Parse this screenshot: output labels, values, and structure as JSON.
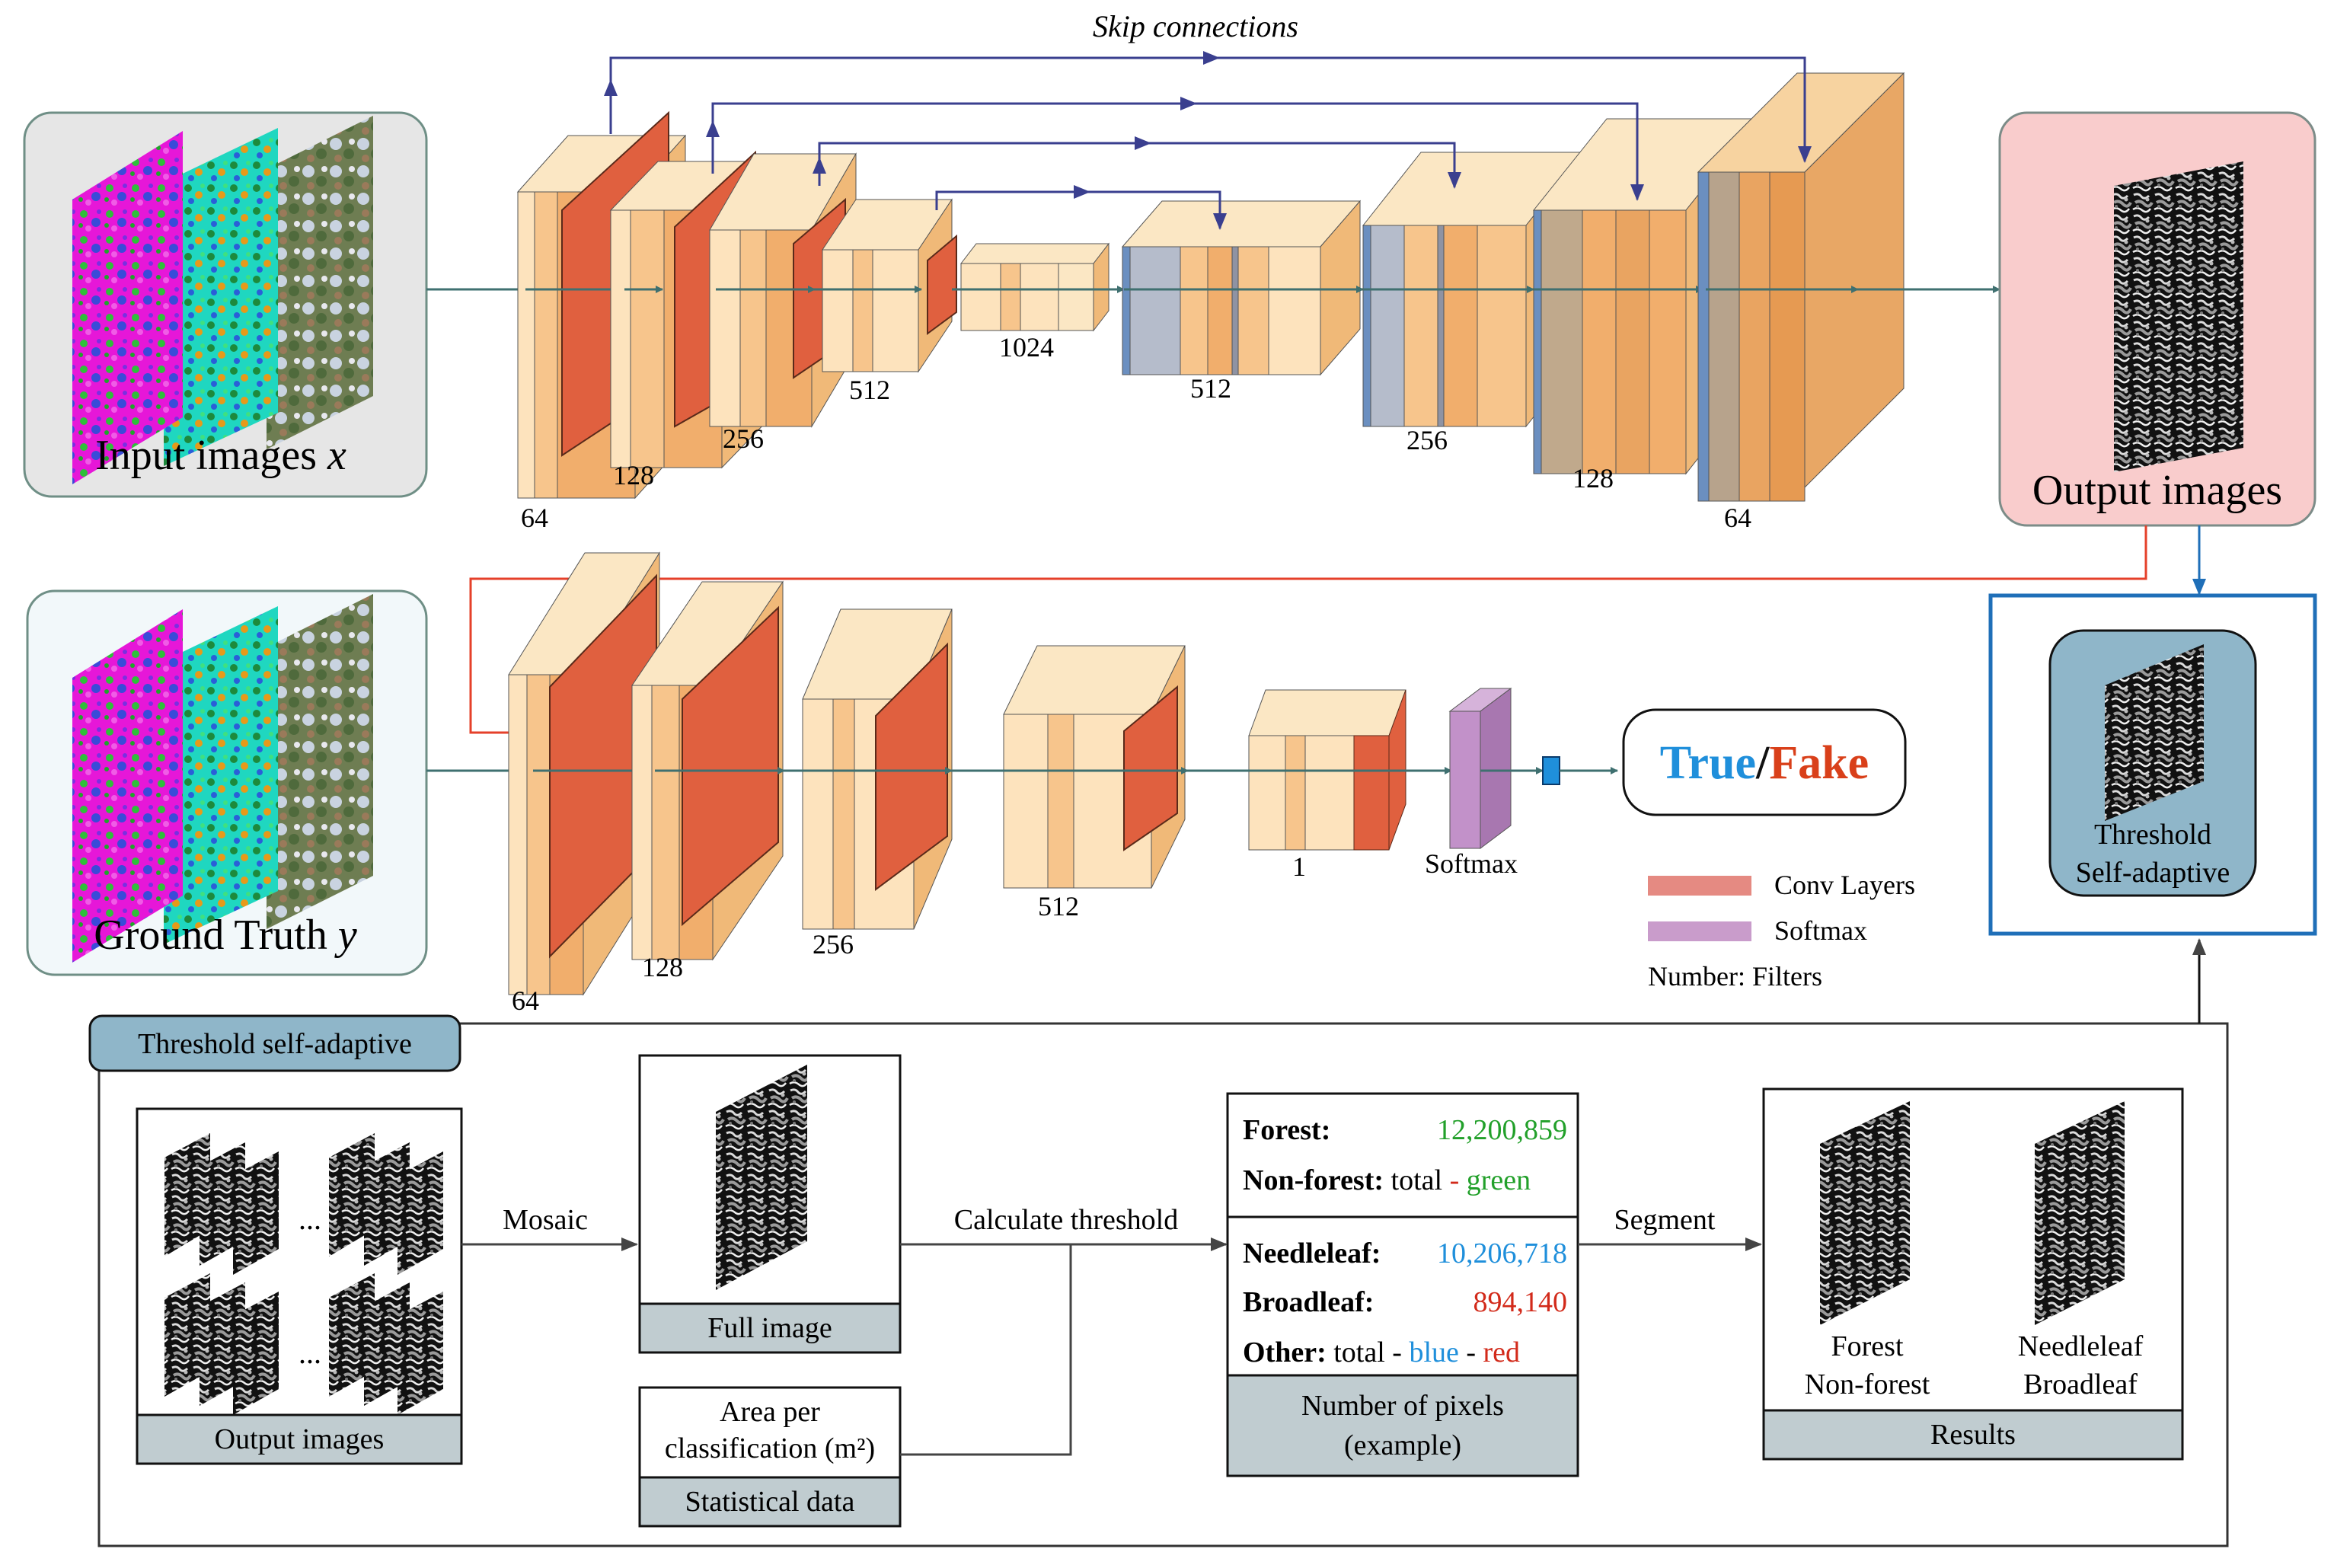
{
  "generator": {
    "skip_label": "Skip connections",
    "input_label": "Input images",
    "input_var": "x",
    "output_label": "Output images",
    "filters": [
      "64",
      "128",
      "256",
      "512",
      "1024",
      "512",
      "256",
      "128",
      "64"
    ]
  },
  "discriminator": {
    "gt_label": "Ground Truth",
    "gt_var": "y",
    "filters": [
      "64",
      "128",
      "256",
      "512",
      "1"
    ],
    "softmax_label": "Softmax",
    "result_true": "True",
    "result_sep": "/",
    "result_fake": "Fake"
  },
  "legend": {
    "conv": "Conv Layers",
    "softmax": "Softmax",
    "filters_note": "Number: Filters"
  },
  "threshold_box": {
    "line1": "Threshold",
    "line2": "Self-adaptive"
  },
  "pipeline": {
    "title": "Threshold self-adaptive",
    "ellipsis": "...",
    "output_images": "Output images",
    "mosaic": "Mosaic",
    "full_image": "Full image",
    "calc_threshold": "Calculate threshold",
    "area_line1": "Area per",
    "area_line2": "classification (m²)",
    "statistical_data": "Statistical data",
    "pixels": {
      "forest_label": "Forest:",
      "forest_value": "12,200,859",
      "nonforest_label": "Non-forest:",
      "nonforest_total": "total",
      "nonforest_dash": "-",
      "nonforest_green": "green",
      "needle_label": "Needleleaf:",
      "needle_value": "10,206,718",
      "broad_label": "Broadleaf:",
      "broad_value": "894,140",
      "other_label": "Other:",
      "other_total": "total",
      "other_dash1": "-",
      "other_blue": "blue",
      "other_dash2": "-",
      "other_red": "red",
      "caption_line1": "Number of pixels",
      "caption_line2": "(example)"
    },
    "segment": "Segment",
    "results": {
      "forest": "Forest",
      "nonforest": "Non-forest",
      "needleleaf": "Needleleaf",
      "broadleaf": "Broadleaf",
      "caption": "Results"
    }
  },
  "colors": {
    "light_orange": "#fde3bd",
    "mid_orange": "#f7c58c",
    "dark_orange": "#e69a52",
    "conv_red": "#e0603f",
    "softmax_purple": "#c291c9",
    "blue_layer": "#6b8fc0",
    "arrow_teal": "#3f7070",
    "skip_navy": "#3a3f8f",
    "true_blue": "#1f8fdb",
    "fake_red": "#d9401a",
    "green_text": "#22a02a",
    "blue_text": "#1f8fdb",
    "red_text": "#d22a1a",
    "caption_gray": "#c0ccd0",
    "threshold_blue": "#8fb6c9",
    "frame_blue": "#1f6fb8",
    "output_pink": "#f9cccc"
  }
}
